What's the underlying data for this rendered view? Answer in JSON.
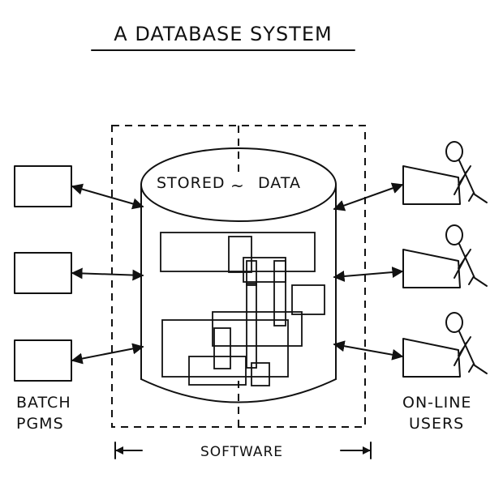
{
  "title": "A DATABASE SYSTEM",
  "store": {
    "label_left": "STORED",
    "label_right": "DATA"
  },
  "left_group": {
    "line1": "BATCH",
    "line2": "PGMS"
  },
  "right_group": {
    "line1": "ON-LINE",
    "line2": "USERS"
  },
  "software_label": "SOFTWARE"
}
